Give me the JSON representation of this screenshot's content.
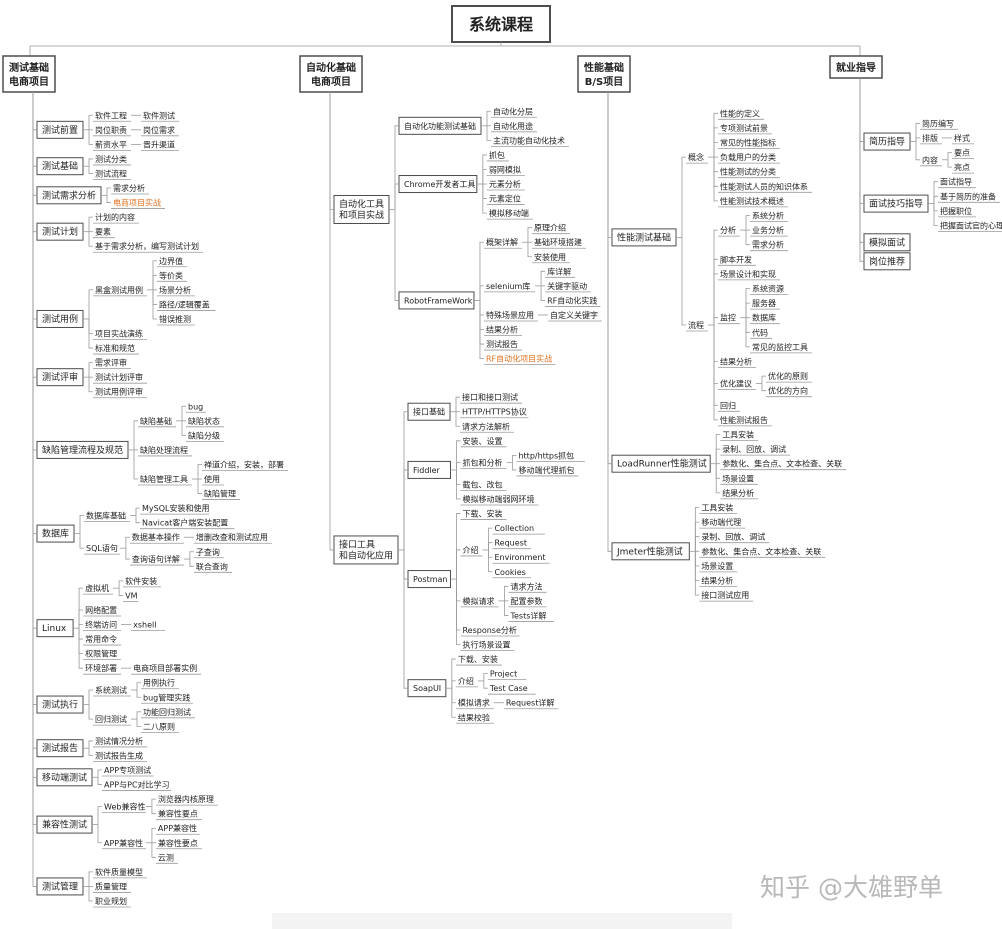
{
  "title": "系统课程",
  "watermark": "知乎 @大雄野单",
  "colors": {
    "line": "#9a9a9a",
    "box_border": "#4d4d4d",
    "highlight": "#e07020",
    "text": "#222222"
  },
  "columns": [
    {
      "label": [
        "测试基础",
        "电商项目"
      ],
      "children": [
        {
          "label": "测试前置",
          "children": [
            {
              "label": "软件工程",
              "children": [
                {
                  "label": "软件测试"
                }
              ]
            },
            {
              "label": "岗位职责",
              "children": [
                {
                  "label": "岗位需求"
                }
              ]
            },
            {
              "label": "薪资水平",
              "children": [
                {
                  "label": "晋升渠道"
                }
              ]
            }
          ]
        },
        {
          "label": "测试基础",
          "children": [
            {
              "label": "测试分类"
            },
            {
              "label": "测试流程"
            }
          ]
        },
        {
          "label": "测试需求分析",
          "children": [
            {
              "label": "需求分析"
            },
            {
              "label": "电商项目实战",
              "highlight": true
            }
          ]
        },
        {
          "label": "测试计划",
          "children": [
            {
              "label": "计划的内容"
            },
            {
              "label": "要素"
            },
            {
              "label": "基于需求分析，编写测试计划"
            }
          ]
        },
        {
          "label": "测试用例",
          "children": [
            {
              "label": "黑盒测试用例",
              "children": [
                {
                  "label": "边界值"
                },
                {
                  "label": "等价类"
                },
                {
                  "label": "场景分析"
                },
                {
                  "label": "路径/逻辑覆盖"
                },
                {
                  "label": "错误推测"
                }
              ]
            },
            {
              "label": "项目实战演练"
            },
            {
              "label": "标准和规范"
            }
          ]
        },
        {
          "label": "测试评审",
          "children": [
            {
              "label": "需求评审"
            },
            {
              "label": "测试计划评审"
            },
            {
              "label": "测试用例评审"
            }
          ]
        },
        {
          "label": "缺陷管理流程及规范",
          "children": [
            {
              "label": "缺陷基础",
              "children": [
                {
                  "label": "bug"
                },
                {
                  "label": "缺陷状态"
                },
                {
                  "label": "缺陷分级"
                }
              ]
            },
            {
              "label": "缺陷处理流程"
            },
            {
              "label": "缺陷管理工具",
              "children": [
                {
                  "label": "禅道介绍，安装，部署"
                },
                {
                  "label": "使用"
                },
                {
                  "label": "缺陷管理"
                }
              ]
            }
          ]
        },
        {
          "label": "数据库",
          "children": [
            {
              "label": "数据库基础",
              "children": [
                {
                  "label": "MySQL安装和使用"
                },
                {
                  "label": "Navicat客户端安装配置"
                }
              ]
            },
            {
              "label": "SQL语句",
              "children": [
                {
                  "label": "数据基本操作",
                  "children": [
                    {
                      "label": "增删改查和测试应用"
                    }
                  ]
                },
                {
                  "label": "查询语句详解",
                  "children": [
                    {
                      "label": "子查询"
                    },
                    {
                      "label": "联合查询"
                    }
                  ]
                }
              ]
            }
          ]
        },
        {
          "label": "Linux",
          "children": [
            {
              "label": "虚拟机",
              "children": [
                {
                  "label": "软件安装"
                },
                {
                  "label": "VM"
                }
              ]
            },
            {
              "label": "网络配置"
            },
            {
              "label": "终端访问",
              "children": [
                {
                  "label": "xshell"
                }
              ]
            },
            {
              "label": "常用命令"
            },
            {
              "label": "权限管理"
            },
            {
              "label": "环境部署",
              "children": [
                {
                  "label": "电商项目部署实例"
                }
              ]
            }
          ]
        },
        {
          "label": "测试执行",
          "children": [
            {
              "label": "系统测试",
              "children": [
                {
                  "label": "用例执行"
                },
                {
                  "label": "bug管理实践"
                }
              ]
            },
            {
              "label": "回归测试",
              "children": [
                {
                  "label": "功能回归测试"
                },
                {
                  "label": "二八原则"
                }
              ]
            }
          ]
        },
        {
          "label": "测试报告",
          "children": [
            {
              "label": "测试情况分析"
            },
            {
              "label": "测试报告生成"
            }
          ]
        },
        {
          "label": "移动端测试",
          "children": [
            {
              "label": "APP专项测试"
            },
            {
              "label": "APP与PC对比学习"
            }
          ]
        },
        {
          "label": "兼容性测试",
          "children": [
            {
              "label": "Web兼容性",
              "children": [
                {
                  "label": "浏览器内核原理"
                },
                {
                  "label": "兼容性要点"
                }
              ]
            },
            {
              "label": "APP兼容性",
              "children": [
                {
                  "label": "APP兼容性"
                },
                {
                  "label": "兼容性要点"
                },
                {
                  "label": "云测"
                }
              ]
            }
          ]
        },
        {
          "label": "测试管理",
          "children": [
            {
              "label": "软件质量模型"
            },
            {
              "label": "质量管理"
            },
            {
              "label": "职业规划"
            }
          ]
        }
      ]
    },
    {
      "label": [
        "自动化基础",
        "电商项目"
      ],
      "children": [
        {
          "label": [
            "自动化工具",
            "和项目实战"
          ],
          "children": [
            {
              "label": "自动化功能测试基础",
              "children": [
                {
                  "label": "自动化分层"
                },
                {
                  "label": "自动化用途"
                },
                {
                  "label": "主流功能自动化技术"
                }
              ]
            },
            {
              "label": "Chrome开发者工具",
              "children": [
                {
                  "label": "抓包"
                },
                {
                  "label": "弱网模拟"
                },
                {
                  "label": "元素分析"
                },
                {
                  "label": "元素定位"
                },
                {
                  "label": "模拟移动端"
                }
              ]
            },
            {
              "label": "RobotFrameWork",
              "children": [
                {
                  "label": "概架详解",
                  "children": [
                    {
                      "label": "原理介绍"
                    },
                    {
                      "label": "基础环境搭建"
                    },
                    {
                      "label": "安装使用"
                    }
                  ]
                },
                {
                  "label": "selenium库",
                  "children": [
                    {
                      "label": "库详解"
                    },
                    {
                      "label": "关键字驱动"
                    },
                    {
                      "label": "RF自动化实践"
                    }
                  ]
                },
                {
                  "label": "特殊场景应用",
                  "children": [
                    {
                      "label": "自定义关键字"
                    }
                  ]
                },
                {
                  "label": "结果分析"
                },
                {
                  "label": "测试报告"
                },
                {
                  "label": "RF自动化项目实战",
                  "highlight": true
                }
              ]
            }
          ]
        },
        {
          "label": [
            "接口工具",
            "和自动化应用"
          ],
          "children": [
            {
              "label": "接口基础",
              "children": [
                {
                  "label": "接口和接口测试"
                },
                {
                  "label": "HTTP/HTTPS协议"
                },
                {
                  "label": "请求方法解析"
                }
              ]
            },
            {
              "label": "Fiddler",
              "children": [
                {
                  "label": "安装、设置"
                },
                {
                  "label": "抓包和分析",
                  "children": [
                    {
                      "label": "http/https抓包"
                    },
                    {
                      "label": "移动端代理抓包"
                    }
                  ]
                },
                {
                  "label": "截包、改包"
                },
                {
                  "label": "模拟移动端弱网环境"
                }
              ]
            },
            {
              "label": "Postman",
              "children": [
                {
                  "label": "下载、安装"
                },
                {
                  "label": "介绍",
                  "children": [
                    {
                      "label": "Collection"
                    },
                    {
                      "label": "Request"
                    },
                    {
                      "label": "Environment"
                    },
                    {
                      "label": "Cookies"
                    }
                  ]
                },
                {
                  "label": "模拟请求",
                  "children": [
                    {
                      "label": "请求方法"
                    },
                    {
                      "label": "配置参数"
                    },
                    {
                      "label": "Tests详解"
                    }
                  ]
                },
                {
                  "label": "Response分析"
                },
                {
                  "label": "执行场景设置"
                }
              ]
            },
            {
              "label": "SoapUI",
              "children": [
                {
                  "label": "下载、安装"
                },
                {
                  "label": "介绍",
                  "children": [
                    {
                      "label": "Project"
                    },
                    {
                      "label": "Test Case"
                    }
                  ]
                },
                {
                  "label": "模拟请求",
                  "children": [
                    {
                      "label": "Request详解"
                    }
                  ]
                },
                {
                  "label": "结果校验"
                }
              ]
            }
          ]
        }
      ]
    },
    {
      "label": [
        "性能基础",
        "B/S项目"
      ],
      "children": [
        {
          "label": "性能测试基础",
          "children": [
            {
              "label": "概念",
              "children": [
                {
                  "label": "性能的定义"
                },
                {
                  "label": "专项测试前景"
                },
                {
                  "label": "常见的性能指标"
                },
                {
                  "label": "负载用户的分类"
                },
                {
                  "label": "性能测试的分类"
                },
                {
                  "label": "性能测试人员的知识体系"
                },
                {
                  "label": "性能测试技术概述"
                }
              ]
            },
            {
              "label": "流程",
              "children": [
                {
                  "label": "分析",
                  "children": [
                    {
                      "label": "系统分析"
                    },
                    {
                      "label": "业务分析"
                    },
                    {
                      "label": "需求分析"
                    }
                  ]
                },
                {
                  "label": "脚本开发"
                },
                {
                  "label": "场景设计和实现"
                },
                {
                  "label": "监控",
                  "children": [
                    {
                      "label": "系统资源"
                    },
                    {
                      "label": "服务器"
                    },
                    {
                      "label": "数据库"
                    },
                    {
                      "label": "代码"
                    },
                    {
                      "label": "常见的监控工具"
                    }
                  ]
                },
                {
                  "label": "结果分析"
                },
                {
                  "label": "优化建议",
                  "children": [
                    {
                      "label": "优化的原则"
                    },
                    {
                      "label": "优化的方向"
                    }
                  ]
                },
                {
                  "label": "回归"
                },
                {
                  "label": "性能测试报告"
                }
              ]
            }
          ]
        },
        {
          "label": "LoadRunner性能测试",
          "children": [
            {
              "label": "工具安装"
            },
            {
              "label": "录制、回放、调试"
            },
            {
              "label": "参数化、集合点、文本检查、关联"
            },
            {
              "label": "场景设置"
            },
            {
              "label": "结果分析"
            }
          ]
        },
        {
          "label": "Jmeter性能测试",
          "children": [
            {
              "label": "工具安装"
            },
            {
              "label": "移动端代理"
            },
            {
              "label": "录制、回放、调试"
            },
            {
              "label": "参数化、集合点、文本检查、关联"
            },
            {
              "label": "场景设置"
            },
            {
              "label": "结果分析"
            },
            {
              "label": "接口测试应用"
            }
          ]
        }
      ]
    },
    {
      "label": [
        "就业指导"
      ],
      "children": [
        {
          "label": "简历指导",
          "children": [
            {
              "label": "简历编写"
            },
            {
              "label": "排版",
              "children": [
                {
                  "label": "样式"
                }
              ]
            },
            {
              "label": "内容",
              "children": [
                {
                  "label": "要点"
                },
                {
                  "label": "亮点"
                }
              ]
            }
          ]
        },
        {
          "label": "面试技巧指导",
          "children": [
            {
              "label": "面试指导"
            },
            {
              "label": "基于简历的准备"
            },
            {
              "label": "把握职位"
            },
            {
              "label": "把握面试官的心理"
            }
          ]
        },
        {
          "label": "模拟面试"
        },
        {
          "label": "岗位推荐"
        }
      ]
    }
  ]
}
